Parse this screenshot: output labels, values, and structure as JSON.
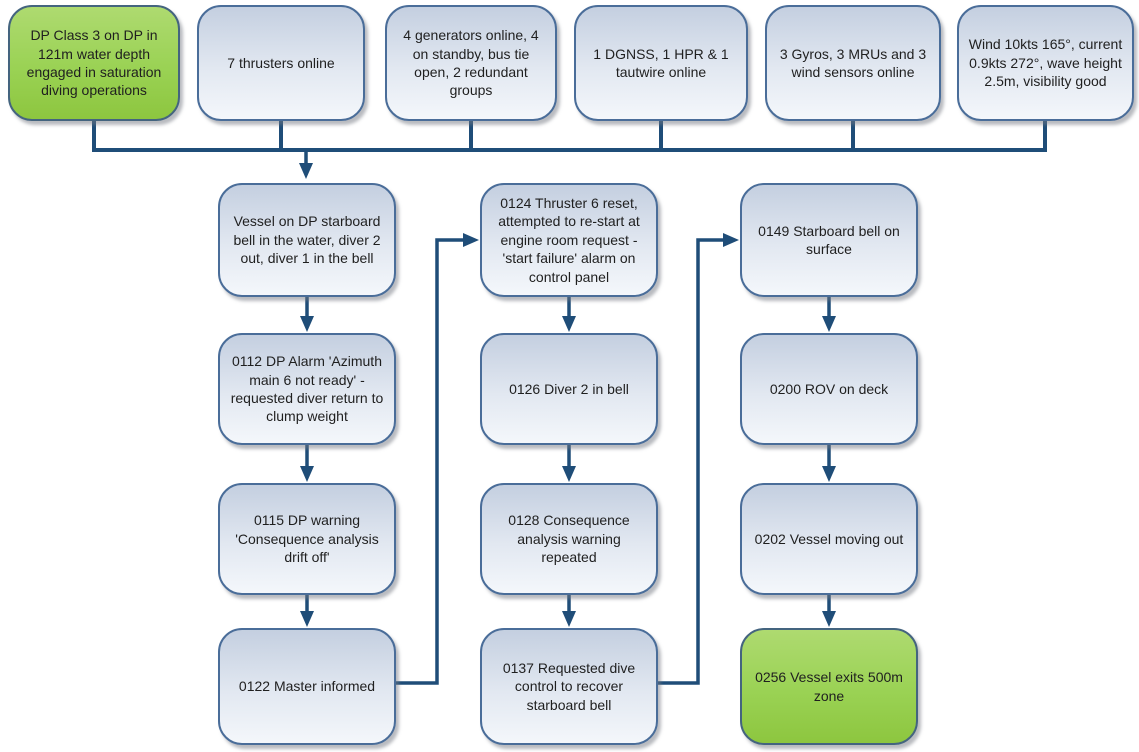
{
  "diagram": {
    "type": "flowchart",
    "colors": {
      "node_blue_top": "#c4cfe0",
      "node_blue_bottom": "#f4f7fb",
      "node_green_top": "#aeda70",
      "node_green_bottom": "#8dc63f",
      "node_border": "#4a6d99",
      "connector": "#1f4d78",
      "text": "#1f1f1f"
    },
    "top_row": [
      {
        "id": "dp-class-status",
        "variant": "green",
        "label": "DP Class 3 on DP in 121m water depth engaged in saturation diving operations"
      },
      {
        "id": "thrusters-status",
        "variant": "blue",
        "label": "7 thrusters online"
      },
      {
        "id": "generators-status",
        "variant": "blue",
        "label": "4 generators online, 4 on standby, bus tie open, 2 redundant groups"
      },
      {
        "id": "position-reference-status",
        "variant": "blue",
        "label": "1 DGNSS, 1 HPR & 1 tautwire online"
      },
      {
        "id": "sensors-status",
        "variant": "blue",
        "label": "3 Gyros, 3 MRUs and 3 wind sensors online"
      },
      {
        "id": "environment-status",
        "variant": "blue",
        "label": "Wind 10kts 165°, current 0.9kts 272°, wave height 2.5m, visibility good"
      }
    ],
    "columns": [
      {
        "id": "column-1",
        "nodes": [
          {
            "id": "vessel-on-dp",
            "variant": "blue",
            "label": "Vessel on DP starboard bell in the water, diver 2 out, diver 1 in the bell"
          },
          {
            "id": "event-0112",
            "variant": "blue",
            "label": "0112 DP Alarm 'Azimuth main 6 not ready' - requested diver return to clump weight"
          },
          {
            "id": "event-0115",
            "variant": "blue",
            "label": "0115 DP warning 'Consequence analysis drift off'"
          },
          {
            "id": "event-0122",
            "variant": "blue",
            "label": "0122 Master informed"
          }
        ]
      },
      {
        "id": "column-2",
        "nodes": [
          {
            "id": "event-0124",
            "variant": "blue",
            "label": "0124 Thruster 6 reset, attempted to re-start at engine room request - 'start failure' alarm on control panel"
          },
          {
            "id": "event-0126",
            "variant": "blue",
            "label": "0126 Diver 2 in bell"
          },
          {
            "id": "event-0128",
            "variant": "blue",
            "label": "0128 Consequence analysis warning repeated"
          },
          {
            "id": "event-0137",
            "variant": "blue",
            "label": "0137 Requested dive control to recover starboard bell"
          }
        ]
      },
      {
        "id": "column-3",
        "nodes": [
          {
            "id": "event-0149",
            "variant": "blue",
            "label": "0149 Starboard bell on surface"
          },
          {
            "id": "event-0200",
            "variant": "blue",
            "label": "0200 ROV on deck"
          },
          {
            "id": "event-0202",
            "variant": "blue",
            "label": "0202 Vessel moving out"
          },
          {
            "id": "event-0256",
            "variant": "green",
            "label": "0256 Vessel exits 500m zone"
          }
        ]
      }
    ]
  }
}
